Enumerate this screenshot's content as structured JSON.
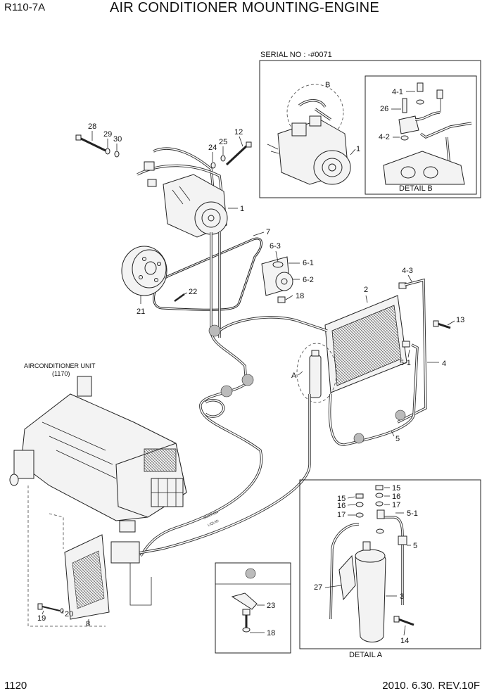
{
  "header": {
    "model": "R110-7A",
    "title": "AIR CONDITIONER MOUNTING-ENGINE"
  },
  "footer": {
    "page_number": "1120",
    "revision": "2010. 6.30.  REV.10F"
  },
  "serial_note": "SERIAL NO : -#0071",
  "detail_labels": {
    "b": "DETAIL B",
    "a": "DETAIL A",
    "b_marker": "B",
    "a_marker": "A"
  },
  "unit_label": {
    "line1": "AIRCONDITIONER UNIT",
    "line2": "(1170)"
  },
  "hose_labels": {
    "suction": "SUCTION",
    "liquid": "LIQUID"
  },
  "callouts": {
    "p1": "1",
    "p1b": "1",
    "p2": "2",
    "p3": "3",
    "p4": "4",
    "p4_1": "4-1",
    "p4_2": "4-2",
    "p4_3": "4-3",
    "p5": "5",
    "p5b": "5",
    "p5_1": "5-1",
    "p5_1b": "5-1",
    "p6_1": "6-1",
    "p6_2": "6-2",
    "p6_3": "6-3",
    "p7": "7",
    "p8": "8",
    "p12": "12",
    "p13": "13",
    "p14": "14",
    "p15a": "15",
    "p15b": "15",
    "p16a": "16",
    "p16b": "16",
    "p17a": "17",
    "p17b": "17",
    "p18": "18",
    "p18b": "18",
    "p19": "19",
    "p20": "20",
    "p21": "21",
    "p22": "22",
    "p23": "23",
    "p24": "24",
    "p25": "25",
    "p26": "26",
    "p27": "27",
    "p28": "28",
    "p29": "29",
    "p30": "30"
  }
}
